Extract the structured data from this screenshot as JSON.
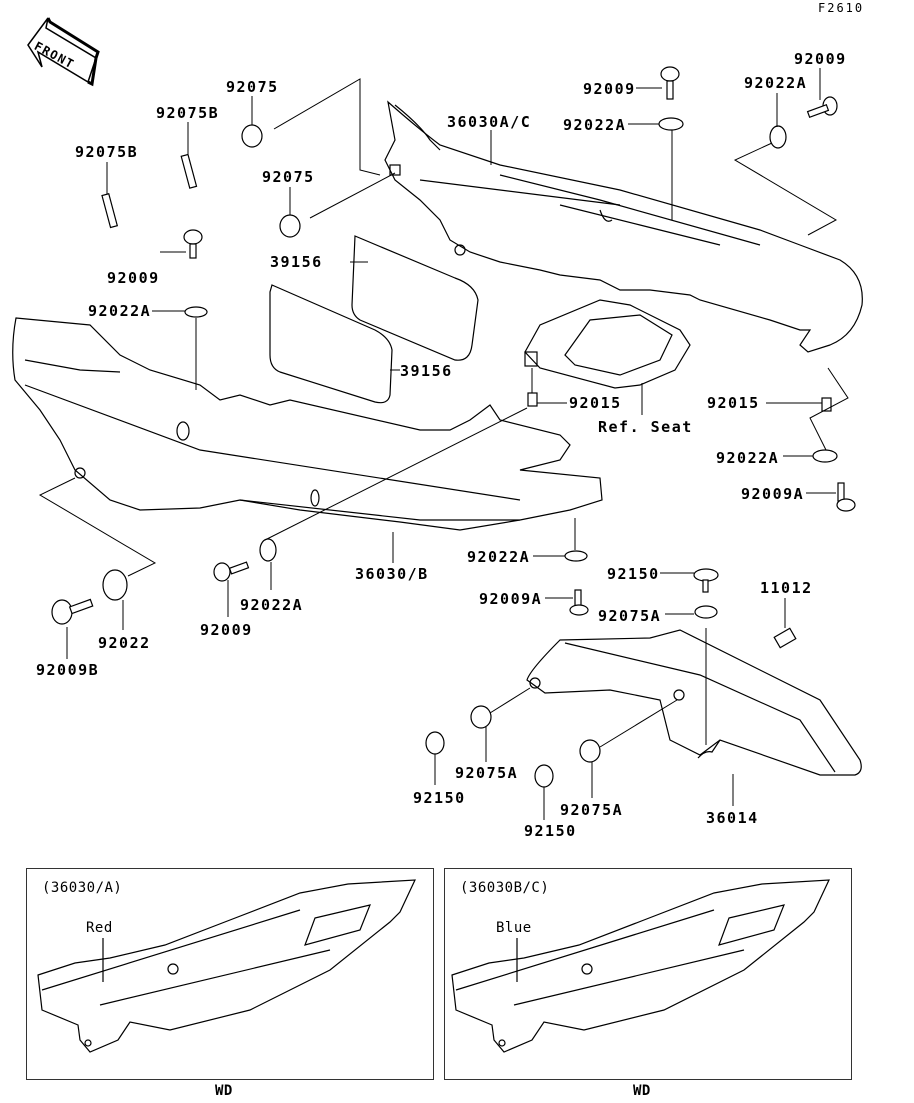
{
  "diagram_id": "F2610",
  "front_arrow": "FRONT",
  "labels": {
    "p92075_top": "92075",
    "p92075b_a": "92075B",
    "p92075b_b": "92075B",
    "p92075_mid": "92075",
    "p36030ac": "36030A/C",
    "p92009_top": "92009",
    "p92022a_top": "92022A",
    "p92009_right": "92009",
    "p92022a_right": "92022A",
    "p92009_left": "92009",
    "p92022a_left": "92022A",
    "p39156_a": "39156",
    "p39156_b": "39156",
    "p92015_a": "92015",
    "ref_seat": "Ref. Seat",
    "p92015_b": "92015",
    "p92022a_rb": "92022A",
    "p92009a_r": "92009A",
    "p36030b": "36030/B",
    "p92022a_c": "92022A",
    "p92150_top": "92150",
    "p11012": "11012",
    "p92009a_c": "92009A",
    "p92075a_top": "92075A",
    "p92009_bl": "92009",
    "p92022a_bl": "92022A",
    "p92022_bl": "92022",
    "p92009b": "92009B",
    "p92150_a": "92150",
    "p92075a_a": "92075A",
    "p92075a_b": "92075A",
    "p92150_b": "92150",
    "p36014": "36014"
  },
  "insets": [
    {
      "title": "(36030/A)",
      "color_label": "Red",
      "caption": "WD"
    },
    {
      "title": "(36030B/C)",
      "color_label": "Blue",
      "caption": "WD"
    }
  ]
}
